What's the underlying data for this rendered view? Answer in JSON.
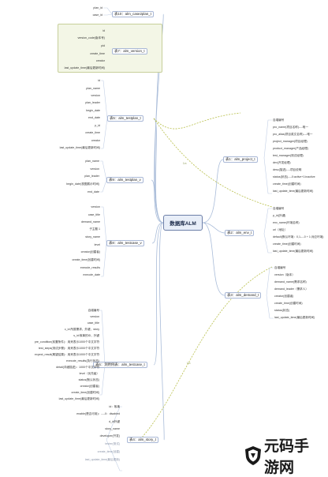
{
  "center": {
    "label": "数据库ALM"
  },
  "branches": {
    "case2plan": {
      "label": "表10：alm_case2plan_t",
      "leaves": [
        "plan_id",
        "case_id"
      ]
    },
    "version": {
      "label": "表7：alm_version_t",
      "leaves": [
        "id",
        "version_code(版本号)",
        "pid",
        "create_time",
        "creator",
        "last_update_time(最后更新时间)"
      ]
    },
    "testplan": {
      "label": "表5：alm_testplan_t",
      "leaves": [
        "id",
        "plan_name",
        "version",
        "plan_leader",
        "begin_date",
        "end_date",
        "p_id",
        "create_time",
        "creator",
        "last_update_time(最后更新时间)"
      ]
    },
    "testplan_v": {
      "label": "表9：alm_testplan_v",
      "leaves": [
        "plan_name",
        "version",
        "plan_leader",
        "begin_date(视图展示时间)",
        "end_date"
      ]
    },
    "testcase_v": {
      "label": "表8：alm_testcase_v",
      "leaves": [
        "version",
        "case_title",
        "demand_name",
        "子主题 1",
        "story_name",
        "level",
        "creator(创建者)",
        "create_time(创建时间)",
        "execute_results",
        "execute_date"
      ]
    },
    "testcase_t": {
      "label": "表6：测用例表：alm_testcase_t",
      "leaves": [
        "自增编号",
        "version",
        "case_title",
        "c_id:所属需求，外键，story",
        "s_id:故事的ID，外键",
        "pre_condition(前置条件)：用来表示1000个中文字符",
        "test_steps(测试步骤)：用来表示1000个中文字符",
        "expect_result(期望结果)：用来表示1000个中文字符",
        "execute_results(执行状态)",
        "detail(详细描述)：1000个中文字符",
        "level（优先级）",
        "status(默认状态)",
        "creator(创建者)",
        "create_time(创建时间)",
        "last_update_time(最后更新时间)"
      ]
    },
    "project": {
      "label": "表1：alm_project_t",
      "leaves": [
        "自增编号",
        "pro_name(项目名称)----唯一",
        "pro_alias(项目英文名称)----唯一",
        "project_manager(项目经理)",
        "product_manager(产品经理)",
        "test_manager(测试经理)",
        "dev(开发经理)",
        "desc(描述)----项目说明",
        "status(状态)----0:active+1:inactive",
        "create_time(创建时间)",
        "last_update_time(最后更新时间)"
      ]
    },
    "env": {
      "label": "表2：alm_env_t",
      "leaves": [
        "自增编号",
        "p_id(外键)",
        "env_name(环境名称)",
        "url（地址）",
        "default(默认环境：0,1----0 + 1:对应环境)",
        "create_time(创建时间)",
        "last_update_time(最后更新时间)"
      ]
    },
    "demand": {
      "label": "表3：alm_demand_t",
      "leaves": [
        "自增编号",
        "version（版本）",
        "demand_name(需求名称)",
        "demand_leader（需求人）",
        "creator(创建者)",
        "create_time(创建时间)",
        "status(状态)",
        "last_update_time(最后更新时间)"
      ]
    },
    "story": {
      "label": "表4：alm_story_t",
      "leaves": [
        "id：故事",
        "enable(是否可用)：----0：disabled",
        "d_id外键",
        "story_name",
        "developer(开发)",
        "tester(测试)",
        "create_time(创建)",
        "last_update_time(最后更新)"
      ]
    }
  },
  "relations": {
    "label_a": "1:n",
    "label_b": "1:n",
    "label_c": "1:n"
  },
  "watermark": {
    "text": "元码手游网"
  },
  "colors": {
    "link": "#9fb1cf",
    "relation": "#b8bf4a",
    "center_border": "#6d7fa8"
  }
}
